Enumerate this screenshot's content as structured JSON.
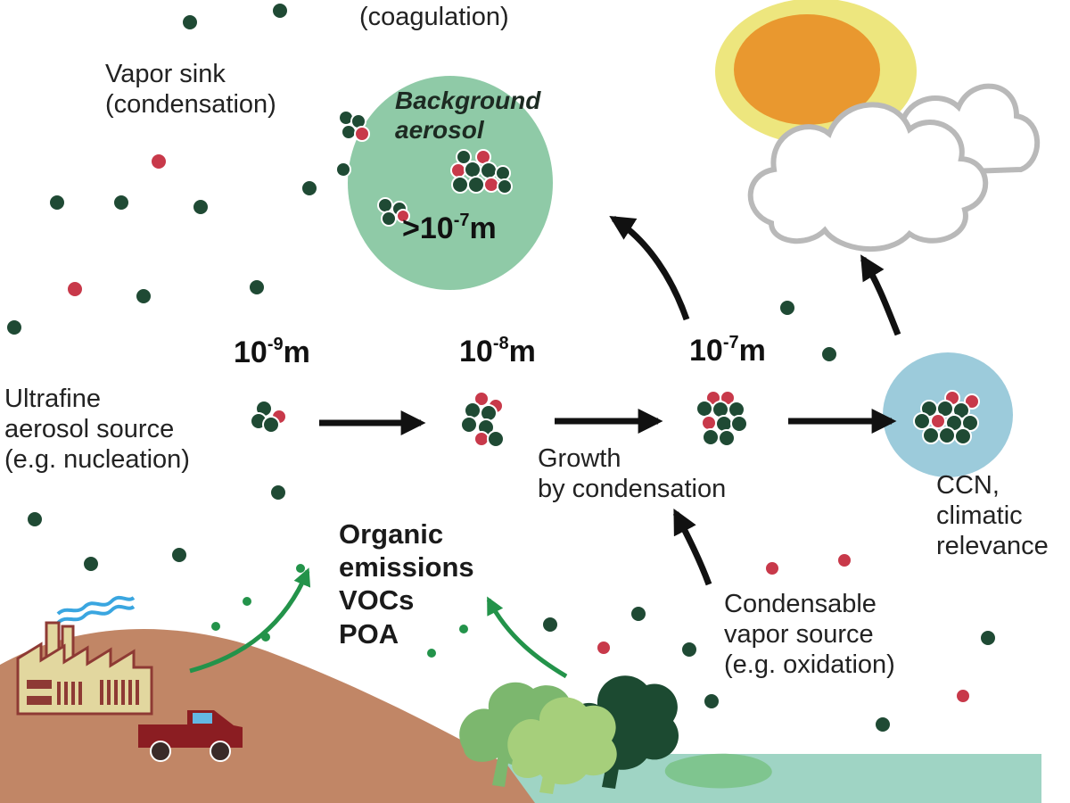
{
  "labels": {
    "coagulation": "(coagulation)",
    "vapor_sink": "Vapor sink\n(condensation)",
    "background_aerosol": "Background\naerosol",
    "ultrafine_source": "Ultrafine\naerosol source\n(e.g. nucleation)",
    "growth": "Growth\nby condensation",
    "ccn": "CCN,\nclimatic\nrelevance",
    "condensable_source": "Condensable\nvapor source\n(e.g. oxidation)",
    "emissions": "Organic\nemissions\nVOCs\nPOA"
  },
  "sizes": {
    "nm1": {
      "base": "10",
      "exp": "-9",
      "unit": "m"
    },
    "nm10": {
      "base": "10",
      "exp": "-8",
      "unit": "m"
    },
    "nm100": {
      "base": "10",
      "exp": "-7",
      "unit": "m"
    },
    "background": {
      "prefix": ">",
      "base": "10",
      "exp": "-7",
      "unit": "m"
    }
  },
  "colors": {
    "dark_particle": "#1f4a34",
    "red_particle": "#c8394a",
    "background_circle": "#8fcaa7",
    "ccn_circle": "#9ccbdb",
    "ground": "#c18666",
    "water": "#9fd4c4",
    "emission_arrow": "#23934a",
    "sun_outer": "#ede67e",
    "sun_inner": "#e9982f"
  },
  "icons": [
    "sun-icon",
    "cloud-icon",
    "factory-icon",
    "truck-icon",
    "tree-icon",
    "smoke-icon"
  ]
}
